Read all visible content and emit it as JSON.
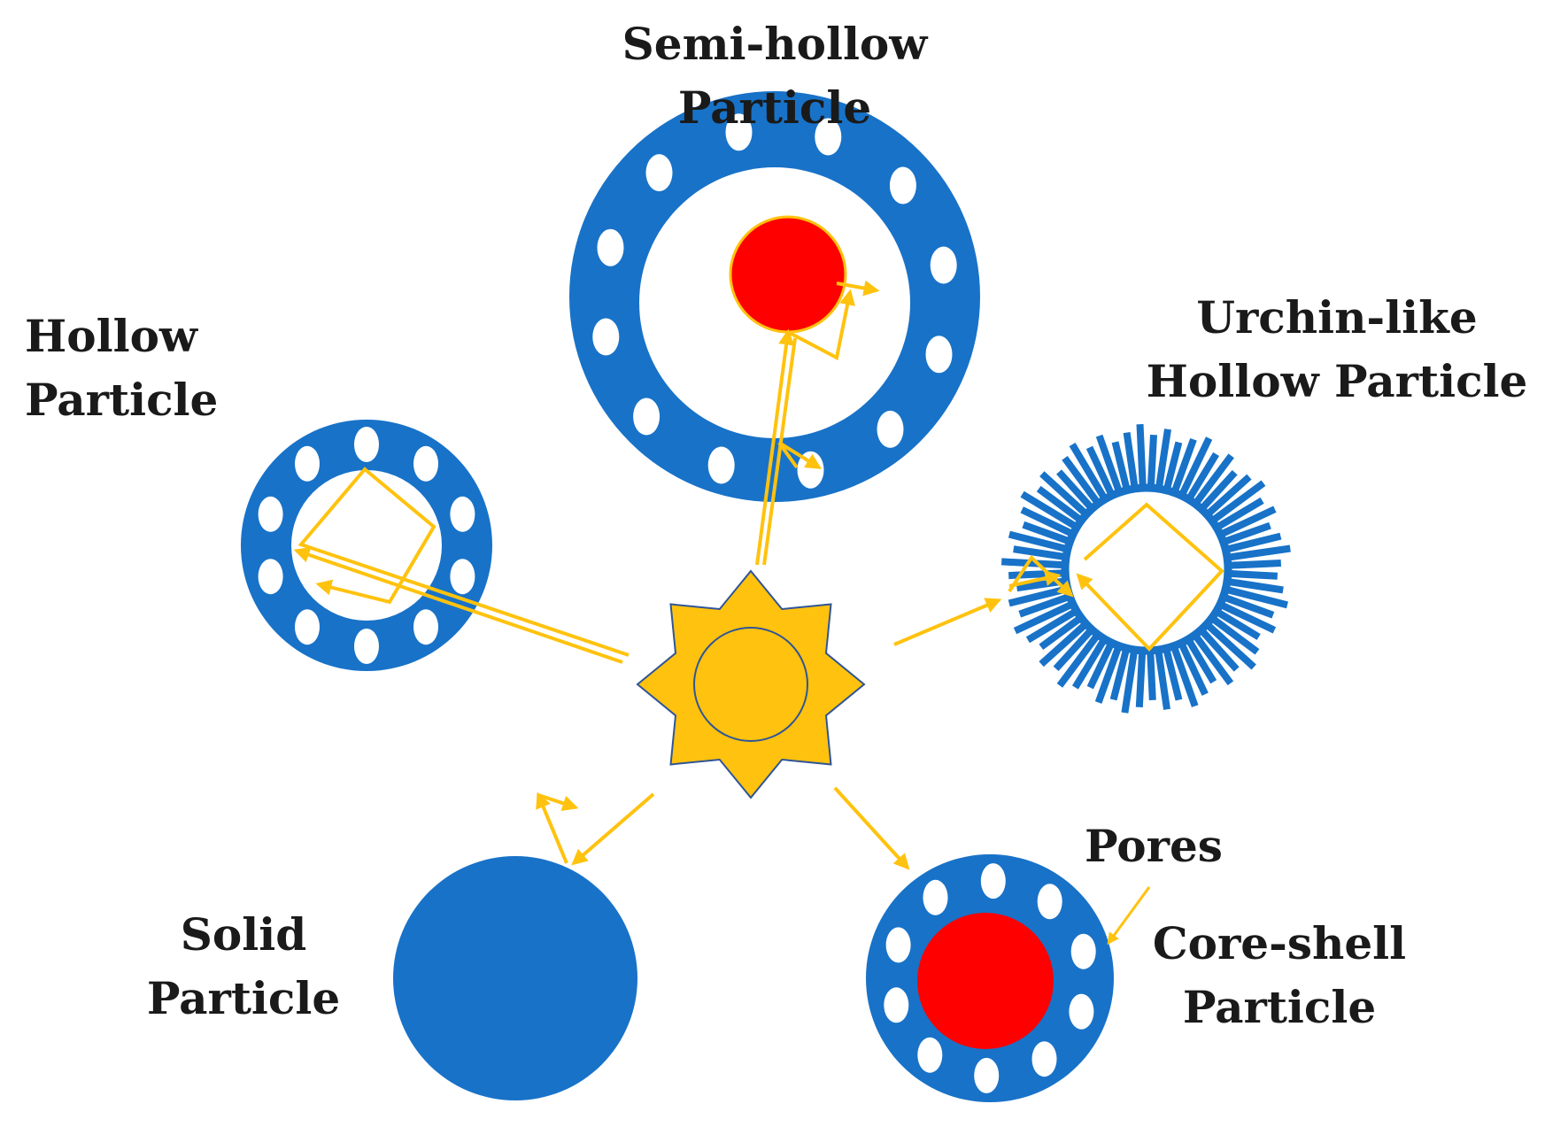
{
  "labels": {
    "semi_hollow": [
      "Semi-hollow",
      "Particle"
    ],
    "hollow": [
      "Hollow",
      "Particle"
    ],
    "urchin": [
      "Urchin-like",
      "Hollow Particle"
    ],
    "solid": [
      "Solid",
      "Particle"
    ],
    "pores": "Pores",
    "core_shell": [
      "Core-shell",
      "Particle"
    ]
  },
  "colors": {
    "shell_blue": "#1872c8",
    "core_red": "#ff0000",
    "light_yellow": "#ffc20e",
    "sun_outline": "#2f5597",
    "pore_white": "#ffffff",
    "text": "#1a1a1a"
  }
}
